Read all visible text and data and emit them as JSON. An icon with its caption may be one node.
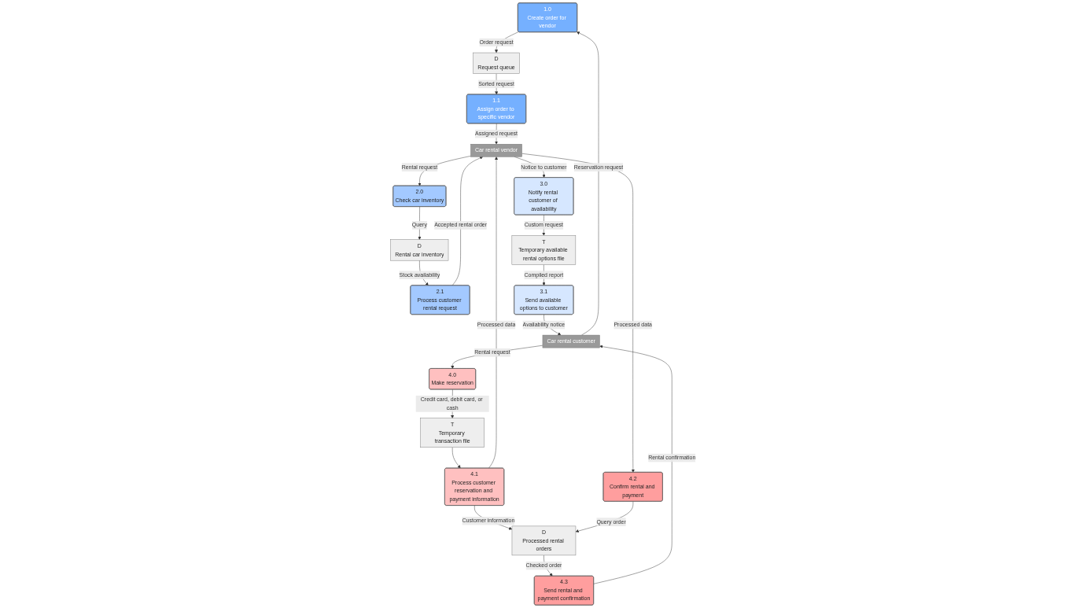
{
  "diagram": {
    "nodes": [
      {
        "text": [
          "1.0",
          "Create order for vendor"
        ]
      },
      {
        "text": [
          "D",
          "Request queue"
        ]
      },
      {
        "text": [
          "1.1",
          "Assign order to specific vendor"
        ]
      },
      {
        "text": [
          "2.1",
          "Process customer rental request"
        ]
      },
      {
        "text": [
          "D",
          "Rental car inventory"
        ]
      },
      {
        "text": [
          "2.0",
          "Check car inventory"
        ]
      },
      {
        "text": [
          "Car rental customer"
        ]
      },
      {
        "text": [
          "3.1",
          "Send available options to customer"
        ]
      },
      {
        "text": [
          "T",
          "Temporary available rental options file"
        ]
      },
      {
        "text": [
          "3.0",
          "Notify rental customer of availability"
        ]
      },
      {
        "text": [
          "Car rental vendor"
        ]
      },
      {
        "text": [
          "4.0",
          "Make reservation"
        ]
      },
      {
        "text": [
          "T",
          "Temporary transaction file"
        ]
      },
      {
        "text": [
          "4.1",
          "Process customer reservation and payment information"
        ]
      },
      {
        "text": [
          "4.3",
          "Send rental and payment confirmation"
        ]
      },
      {
        "text": [
          "D",
          "Processed rental orders"
        ]
      },
      {
        "text": [
          "4.2",
          "Confirm rental and payment"
        ]
      }
    ],
    "edges": [
      {
        "from": 6,
        "to": 0,
        "arrow": "to",
        "label": "Reservation request"
      },
      {
        "from": 0,
        "to": 1,
        "arrow": "to",
        "label": "Order request"
      },
      {
        "from": 1,
        "to": 2,
        "arrow": "to",
        "label": "Sorted request"
      },
      {
        "from": 2,
        "to": 10,
        "arrow": "to",
        "label": "Assigned request"
      },
      {
        "from": 10,
        "to": 5,
        "arrow": "to",
        "label": "Rental request"
      },
      {
        "from": 5,
        "to": 4,
        "arrow": "to",
        "label": "Query"
      },
      {
        "from": 4,
        "to": 3,
        "arrow": "to",
        "label": "Stock availability"
      },
      {
        "from": 3,
        "to": 10,
        "arrow": "to",
        "label": "Accepted rental order"
      },
      {
        "from": 10,
        "to": 9,
        "arrow": "to",
        "label": "Notice to customer"
      },
      {
        "from": 9,
        "to": 8,
        "arrow": "to",
        "label": "Custom request"
      },
      {
        "from": 8,
        "to": 7,
        "arrow": "to",
        "label": "Compiled report"
      },
      {
        "from": 7,
        "to": 6,
        "arrow": "to",
        "label": "Availability notice"
      },
      {
        "from": 6,
        "to": 11,
        "arrow": "to",
        "label": "Rental request"
      },
      {
        "from": 11,
        "to": 12,
        "arrow": "to",
        "label": "Credit card, debit card, or cash"
      },
      {
        "from": 12,
        "to": 13,
        "arrow": "to"
      },
      {
        "from": 13,
        "to": 10,
        "arrow": "to",
        "label": "Processed data"
      },
      {
        "from": 13,
        "to": 15,
        "arrow": "to",
        "label": "Customer information"
      },
      {
        "from": 10,
        "to": 16,
        "arrow": "to",
        "label": "Processed data"
      },
      {
        "from": 16,
        "to": 15,
        "arrow": "to",
        "label": "Query order"
      },
      {
        "from": 15,
        "to": 14,
        "arrow": "to",
        "label": "Checked order"
      },
      {
        "from": 14,
        "to": 6,
        "arrow": "to",
        "label": "Rental confirmation"
      }
    ]
  }
}
